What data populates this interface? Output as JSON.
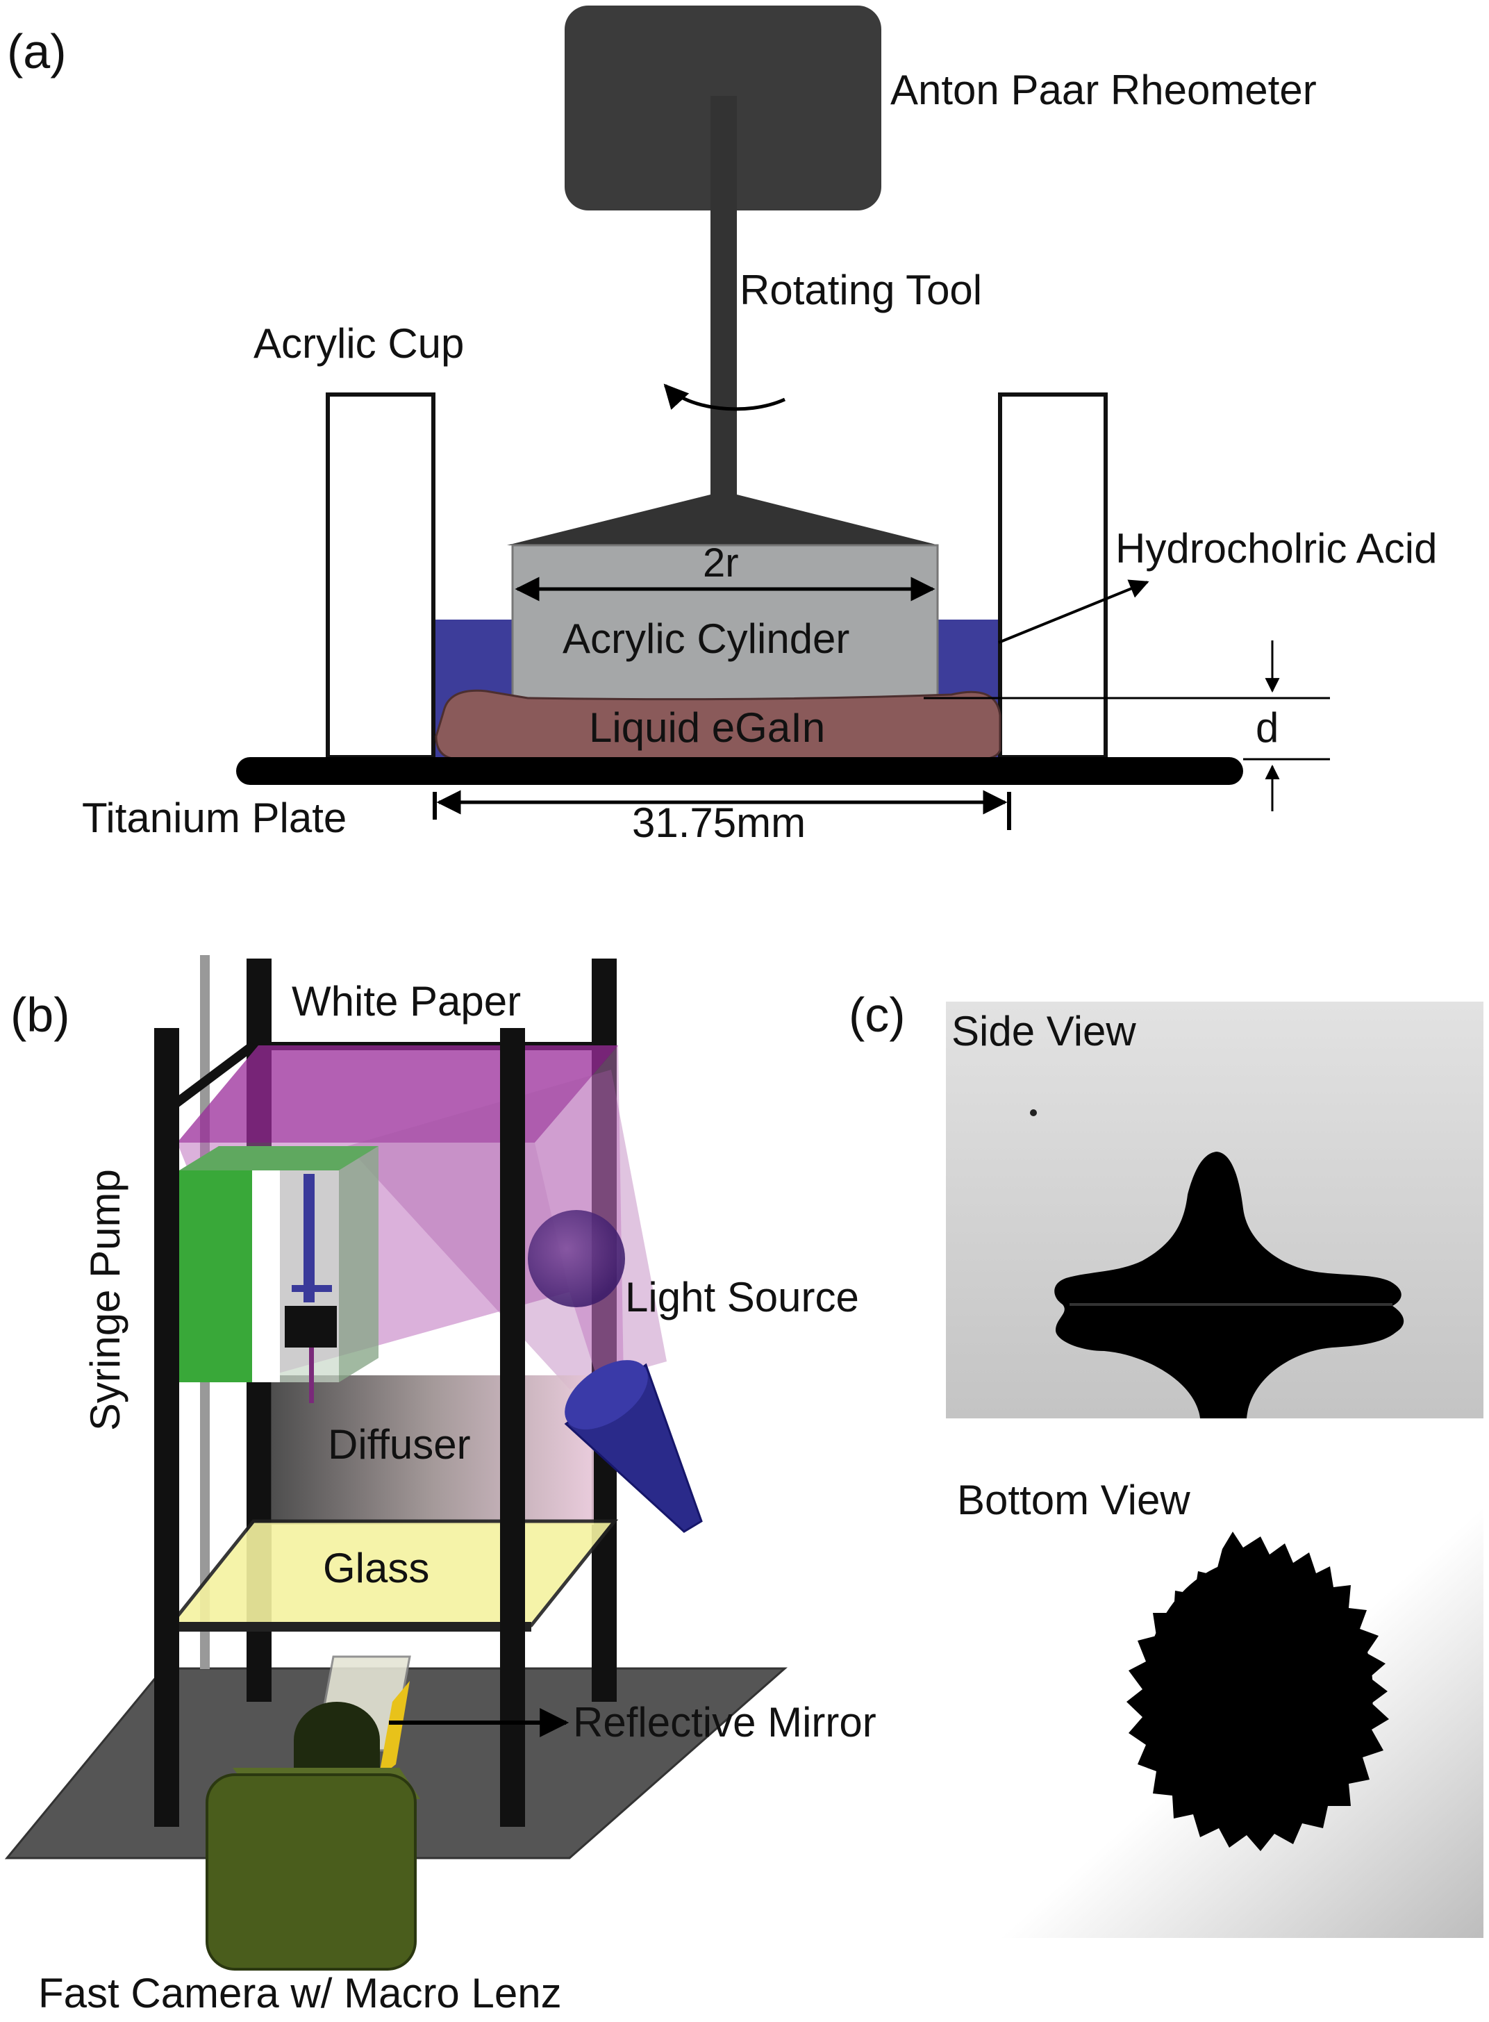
{
  "panel_a": {
    "tag": "(a)",
    "rheometer_label": "Anton Paar Rheometer",
    "tool_label": "Rotating Tool",
    "cup_label": "Acrylic Cup",
    "acid_label": "Hydrocholric Acid",
    "radius_label": "2r",
    "cylinder_label": "Acrylic Cylinder",
    "metal_label": "Liquid eGaIn",
    "gap_label": "d",
    "plate_label": "Titanium Plate",
    "width_label": "31.75mm"
  },
  "panel_b": {
    "tag": "(b)",
    "paper_label": "White Paper",
    "pump_label": "Syringe Pump",
    "light_label": "Light Source",
    "diffuser_label": "Diffuser",
    "glass_label": "Glass",
    "mirror_label": "Reflective Mirror",
    "camera_label": "Fast Camera w/ Macro Lenz"
  },
  "panel_c": {
    "tag": "(c)",
    "side_label": "Side View",
    "bottom_label": "Bottom View"
  },
  "colors": {
    "acid": "#3d3d9a",
    "cylinder": "#a5a7a8",
    "egain": "#8a5a5a",
    "rheometer": "#3b3b3b",
    "paper_purple": "#9a2b9a",
    "pump_green": "#39a839",
    "glass_yellow": "#f5f2a0",
    "camera_green": "#4a5d1c",
    "light_blue": "#2a2a8a"
  }
}
